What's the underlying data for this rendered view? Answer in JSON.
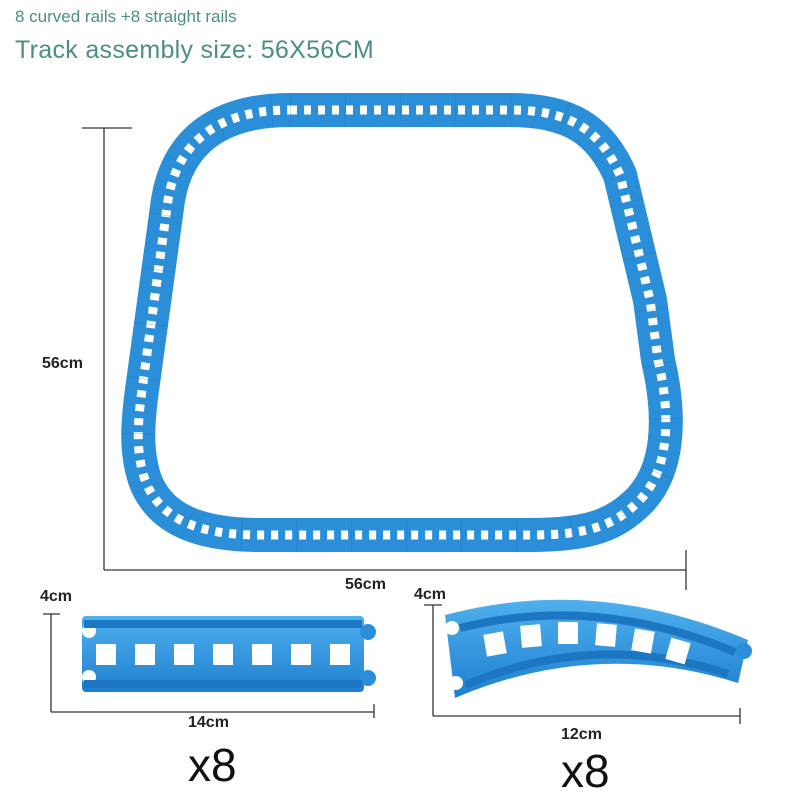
{
  "header": {
    "subtitle": "8 curved rails +8 straight rails",
    "title": "Track assembly size: 56X56CM"
  },
  "assembly": {
    "height_label": "56cm",
    "width_label": "56cm",
    "rail_color": "#2a8fd8"
  },
  "straight_rail": {
    "height_label": "4cm",
    "length_label": "14cm",
    "count_label": "x8"
  },
  "curved_rail": {
    "height_label": "4cm",
    "length_label": "12cm",
    "count_label": "x8"
  }
}
